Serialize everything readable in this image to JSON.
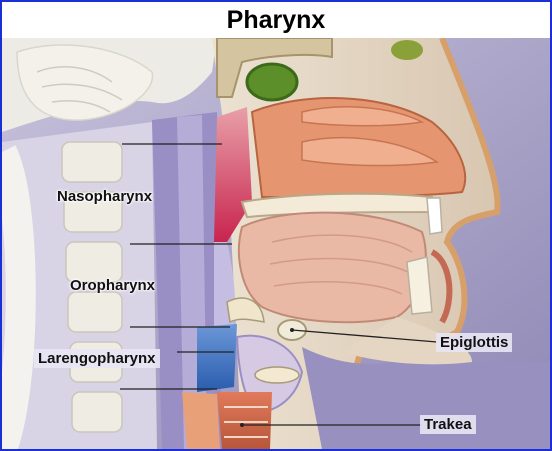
{
  "title": "Pharynx",
  "labels": {
    "nasopharynx": "Nasopharynx",
    "oropharynx": "Oropharynx",
    "larengopharynx": "Larengopharynx",
    "epiglottis": "Epiglottis",
    "trakea": "Trakea"
  },
  "colors": {
    "border": "#1a2fd6",
    "nasopharynx_region": "#d8315b",
    "larengopharynx_region": "#3a6fc2",
    "background": "#a9a3c6"
  }
}
